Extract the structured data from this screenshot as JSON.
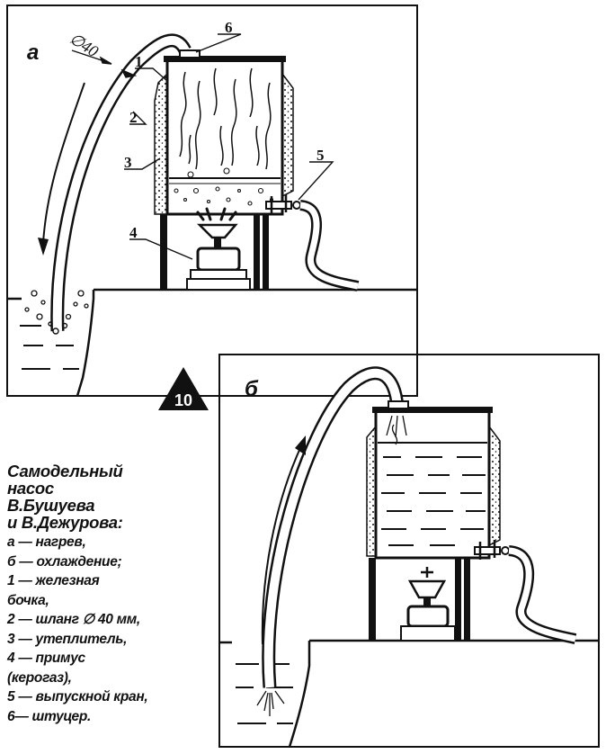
{
  "figure_number": "10",
  "panel_a_label": "а",
  "panel_b_label": "б",
  "diameter_label": "∅40",
  "part_numbers": [
    "1",
    "2",
    "3",
    "4",
    "5",
    "6"
  ],
  "caption": {
    "title_lines": [
      "Самодельный",
      "насос",
      "В.Бушуева",
      "и В.Дежурова:"
    ],
    "items": [
      "а — нагрев,",
      "б — охлаждение;",
      "1 — железная",
      "бочка,",
      "2 — шланг ∅ 40 мм,",
      "3 — утеплитель,",
      "4 — примус",
      "(керогаз),",
      "5 — выпускной кран,",
      "6— штуцер."
    ]
  }
}
